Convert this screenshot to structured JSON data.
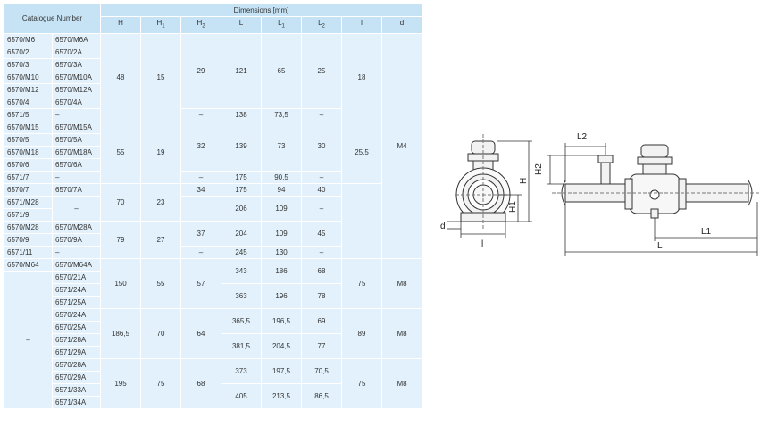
{
  "table": {
    "header_catalogue": "Catalogue Number",
    "header_dimensions": "Dimensions [mm]",
    "columns": [
      {
        "main": "H",
        "sub": ""
      },
      {
        "main": "H",
        "sub": "1"
      },
      {
        "main": "H",
        "sub": "2"
      },
      {
        "main": "L",
        "sub": ""
      },
      {
        "main": "L",
        "sub": "1"
      },
      {
        "main": "L",
        "sub": "2"
      },
      {
        "main": "l",
        "sub": ""
      },
      {
        "main": "d",
        "sub": ""
      }
    ],
    "groups": [
      {
        "rows": [
          [
            "6570/M6",
            "6570/M6A"
          ],
          [
            "6570/2",
            "6570/2A"
          ],
          [
            "6570/3",
            "6570/3A"
          ],
          [
            "6570/M10",
            "6570/M10A"
          ],
          [
            "6570/M12",
            "6570/M12A"
          ],
          [
            "6570/4",
            "6570/4A"
          ],
          [
            "6571/5",
            "–"
          ]
        ],
        "H": "48",
        "H1": "15",
        "sub": [
          {
            "span": 6,
            "H2": "29",
            "L": "121",
            "L1": "65",
            "L2": "25"
          },
          {
            "span": 1,
            "H2": "–",
            "L": "138",
            "L1": "73,5",
            "L2": "–"
          }
        ],
        "l": "18"
      },
      {
        "rows": [
          [
            "6570/M15",
            "6570/M15A"
          ],
          [
            "6570/5",
            "6570/5A"
          ],
          [
            "6570/M18",
            "6570/M18A"
          ],
          [
            "6570/6",
            "6570/6A"
          ],
          [
            "6571/7",
            "–"
          ]
        ],
        "H": "55",
        "H1": "19",
        "sub": [
          {
            "span": 4,
            "H2": "32",
            "L": "139",
            "L1": "73",
            "L2": "30"
          },
          {
            "span": 1,
            "H2": "–",
            "L": "175",
            "L1": "90,5",
            "L2": "–"
          }
        ],
        "l": "25,5"
      },
      {
        "rows": [
          [
            "6570/7",
            "6570/7A"
          ],
          [
            "6571/M28",
            ""
          ],
          [
            "6571/9",
            ""
          ]
        ],
        "merged_second": "–",
        "H": "70",
        "H1": "23",
        "sub": [
          {
            "span": 1,
            "H2": "34",
            "L": "175",
            "L1": "94",
            "L2": "40"
          },
          {
            "span": 2,
            "H2": "",
            "L": "206",
            "L1": "109",
            "L2": "–"
          }
        ]
      },
      {
        "rows": [
          [
            "6570/M28",
            "6570/M28A"
          ],
          [
            "6570/9",
            "6570/9A"
          ],
          [
            "6571/11",
            "–"
          ]
        ],
        "H": "79",
        "H1": "27",
        "sub": [
          {
            "span": 2,
            "H2": "37",
            "L": "204",
            "L1": "109",
            "L2": "45"
          },
          {
            "span": 1,
            "H2": "–",
            "L": "245",
            "L1": "130",
            "L2": "–"
          }
        ]
      },
      {
        "rows": [
          [
            "6570/M64",
            "6570/M64A"
          ],
          [
            "",
            "6570/21A"
          ],
          [
            "",
            "6571/24A"
          ],
          [
            "",
            "6571/25A"
          ]
        ],
        "H": "150",
        "H1": "55",
        "H2": "57",
        "sub": [
          {
            "span": 2,
            "L": "343",
            "L1": "186",
            "L2": "68"
          },
          {
            "span": 2,
            "L": "363",
            "L1": "196",
            "L2": "78"
          }
        ],
        "l": "75",
        "d": "M8"
      },
      {
        "rows": [
          [
            "",
            "6570/24A"
          ],
          [
            "",
            "6570/25A"
          ],
          [
            "",
            "6571/28A"
          ],
          [
            "",
            "6571/29A"
          ]
        ],
        "H": "186,5",
        "H1": "70",
        "H2": "64",
        "sub": [
          {
            "span": 2,
            "L": "365,5",
            "L1": "196,5",
            "L2": "69"
          },
          {
            "span": 2,
            "L": "381,5",
            "L1": "204,5",
            "L2": "77"
          }
        ],
        "l": "89",
        "d": "M8"
      },
      {
        "rows": [
          [
            "",
            "6570/28A"
          ],
          [
            "",
            "6570/29A"
          ],
          [
            "",
            "6571/33A"
          ],
          [
            "",
            "6571/34A"
          ]
        ],
        "H": "195",
        "H1": "75",
        "H2": "68",
        "sub": [
          {
            "span": 2,
            "L": "373",
            "L1": "197,5",
            "L2": "70,5"
          },
          {
            "span": 2,
            "L": "405",
            "L1": "213,5",
            "L2": "86,5"
          }
        ],
        "l": "75",
        "d": "M8"
      }
    ],
    "d_top": "M4",
    "catalogue_bottom_dash": "–"
  },
  "drawing": {
    "labels": {
      "L2": "L2",
      "H2": "H2",
      "H": "H",
      "H1": "H1",
      "d": "d",
      "l": "l",
      "L1": "L1",
      "L": "L"
    }
  }
}
